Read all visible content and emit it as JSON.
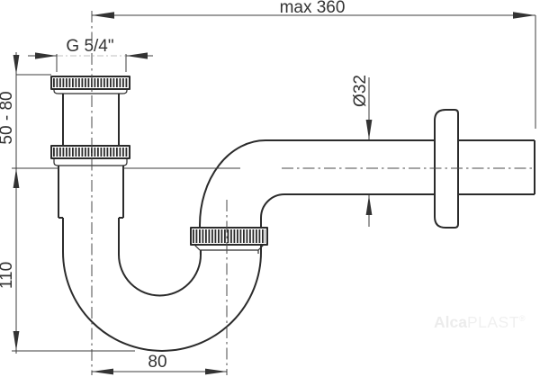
{
  "page": {
    "background": "#ffffff"
  },
  "drawing": {
    "type": "technical-diagram",
    "subject": "bottle P-trap siphon, side view with dimensions",
    "dimensions": {
      "max_width": "max 360",
      "inlet_thread": "G 5/4\"",
      "inlet_height_range": "50 - 80",
      "trap_depth": "110",
      "outlet_diameter": "Ø32",
      "trap_offset": "80"
    },
    "watermark": {
      "brand_bold": "Alca",
      "brand_light": "PLAST",
      "registered_mark": "®"
    },
    "colors": {
      "contour": "#2b2b2b",
      "dimension_line": "#3c3c3c",
      "label_text": "#333333",
      "centerline": "#4a4a4a",
      "watermark": "#eeeeee",
      "background": "#ffffff"
    }
  }
}
